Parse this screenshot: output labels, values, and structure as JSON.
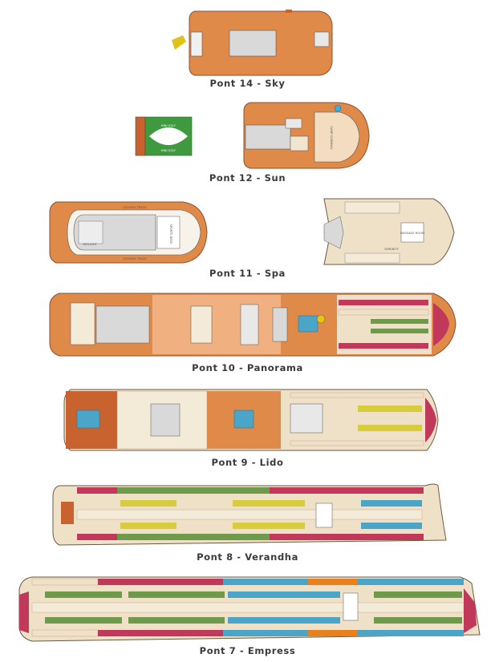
{
  "decks": [
    {
      "id": "deck-14",
      "label": "Pont 14 - Sky"
    },
    {
      "id": "deck-12",
      "label": "Pont 12 - Sun"
    },
    {
      "id": "deck-11",
      "label": "Pont 11 - Spa"
    },
    {
      "id": "deck-10",
      "label": "Pont 10 - Panorama"
    },
    {
      "id": "deck-9",
      "label": "Pont 9 - Lido"
    },
    {
      "id": "deck-8",
      "label": "Pont 8 - Verandha"
    },
    {
      "id": "deck-7",
      "label": "Pont 7 - Empress"
    }
  ],
  "areas": {
    "mini_golf_top": "MINI GOLF",
    "mini_golf_bottom": "MINI GOLF",
    "camp_carnival": "CAMP CARNIVAL",
    "jogging_track_top": "JOGGING TRACK",
    "jogging_track_bottom": "JOGGING TRACK",
    "skylight": "SKYLIGHT",
    "sports_deck": "SPORTS DECK",
    "massage_room": "MASSAGE ROOM",
    "serenity": "SERENITY"
  },
  "colors": {
    "wood_deck": "#e08a4a",
    "wood_dark": "#c8632f",
    "wood_light": "#f0b080",
    "grey_floor": "#d9d9d9",
    "cabin_red": "#c0395a",
    "cabin_green": "#6f9a4c",
    "cabin_yellow": "#d8cc3c",
    "cabin_blue": "#4aa5c8",
    "cabin_orange": "#e8801e",
    "cabin_beige": "#efe0c8"
  }
}
